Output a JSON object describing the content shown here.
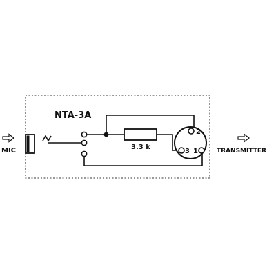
{
  "diagram": {
    "title": "NTA-3A",
    "labels": {
      "mic": "MIC",
      "transmitter": "TRANSMITTER",
      "resistor": "3.3 k"
    },
    "pins": {
      "pin2": "2",
      "pin3": "3",
      "pin1": "1"
    }
  }
}
